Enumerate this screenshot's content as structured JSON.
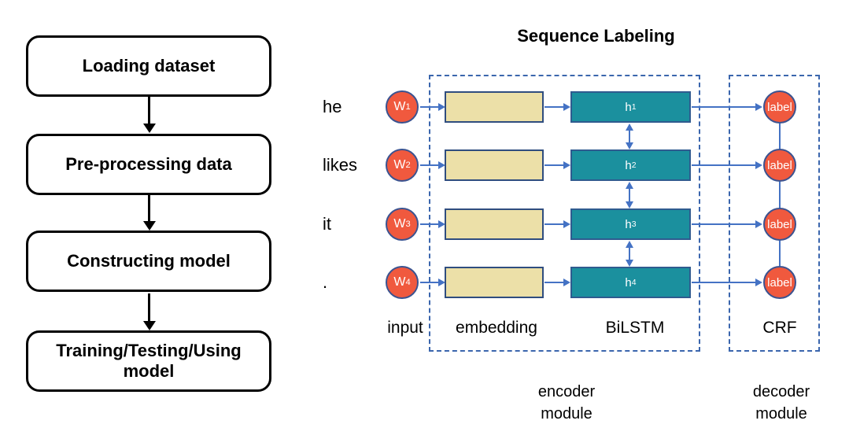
{
  "flowchart": {
    "steps": [
      "Loading dataset",
      "Pre-processing data",
      "Constructing model",
      "Training/Testing/Using model"
    ]
  },
  "diagram": {
    "title": "Sequence Labeling",
    "rows": [
      {
        "word": "he",
        "input_base": "W",
        "input_sub": "1",
        "hidden_base": "h",
        "hidden_sub": "1",
        "output": "label"
      },
      {
        "word": "likes",
        "input_base": "W",
        "input_sub": "2",
        "hidden_base": "h",
        "hidden_sub": "2",
        "output": "label"
      },
      {
        "word": "it",
        "input_base": "W",
        "input_sub": "3",
        "hidden_base": "h",
        "hidden_sub": "3",
        "output": "label"
      },
      {
        "word": ".",
        "input_base": "W",
        "input_sub": "4",
        "hidden_base": "h",
        "hidden_sub": "4",
        "output": "label"
      }
    ],
    "column_labels": {
      "input": "input",
      "embedding": "embedding",
      "bilstm": "BiLSTM",
      "crf": "CRF"
    },
    "module_labels": {
      "encoder_line1": "encoder",
      "encoder_line2": "module",
      "decoder_line1": "decoder",
      "decoder_line2": "module"
    },
    "colors": {
      "arrow_blue": "#4472c4",
      "dashed_border_blue": "#3b66ad",
      "hidden_box_teal": "#1b909e",
      "embedding_box_tan": "#ece0a8",
      "circle_red": "#f0593e",
      "shape_border_navy": "#2f4d7f",
      "flowchart_black": "#000000"
    }
  }
}
